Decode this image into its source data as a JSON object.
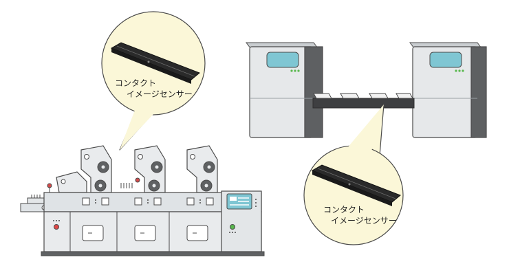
{
  "callouts": {
    "press_sensor": {
      "line1": "コンタクト",
      "line2": "イメージセンサー"
    },
    "conveyor_sensor": {
      "line1": "コンタクト",
      "line2": "イメージセンサー"
    }
  },
  "colors": {
    "outline": "#4a4a4a",
    "machine_body": "#e3e6e8",
    "machine_dark": "#5f6163",
    "panel_light": "#f1f3f4",
    "screen": "#7fc6d3",
    "indicator_green": "#59b84e",
    "indicator_red": "#e04848",
    "callout_fill": "#fbf7d8",
    "sensor_body": "#2a2a2a"
  },
  "icons": {
    "press_machine": "offset-printing-press-icon",
    "conveyor_machines": "inspection-conveyor-line-icon",
    "sensor": "contact-image-sensor-icon"
  }
}
